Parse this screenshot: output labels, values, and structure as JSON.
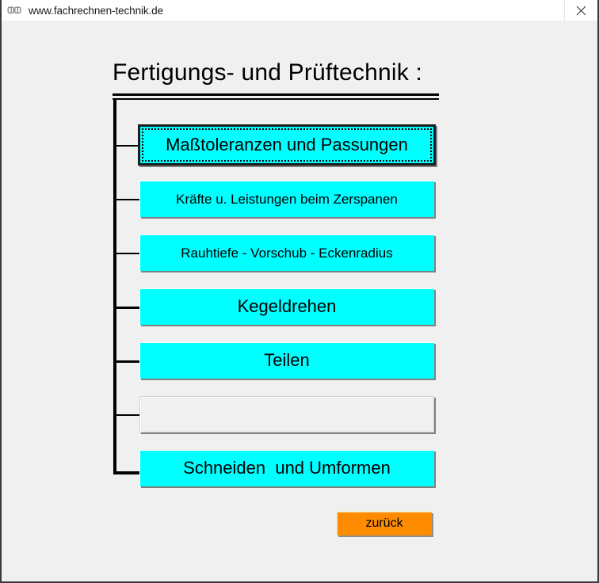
{
  "window": {
    "title": "www.fachrechnen-technik.de",
    "icon": "chain-link-icon",
    "close_label": "×",
    "background_color": "#f0f0f0"
  },
  "page": {
    "heading": "Fertigungs- und Prüftechnik :",
    "accent_color": "#00ffff",
    "back_color": "#ff8c00"
  },
  "menu": {
    "items": [
      {
        "label": "Maßtoleranzen und Passungen",
        "state": "focused",
        "size": "lg",
        "color": "#00ffff"
      },
      {
        "label": "Kräfte u. Leistungen beim Zerspanen",
        "state": "normal",
        "size": "sm",
        "color": "#00ffff"
      },
      {
        "label": "Rauhtiefe - Vorschub - Eckenradius",
        "state": "normal",
        "size": "sm",
        "color": "#00ffff"
      },
      {
        "label": "Kegeldrehen",
        "state": "normal",
        "size": "lg",
        "color": "#00ffff"
      },
      {
        "label": "Teilen",
        "state": "normal",
        "size": "lg",
        "color": "#00ffff"
      },
      {
        "label": "",
        "state": "blank",
        "size": "lg",
        "color": "#f0f0f0"
      },
      {
        "label": "Schneiden  und Umformen",
        "state": "normal",
        "size": "lg",
        "color": "#00ffff"
      }
    ]
  },
  "footer": {
    "back_label": "zurück"
  }
}
